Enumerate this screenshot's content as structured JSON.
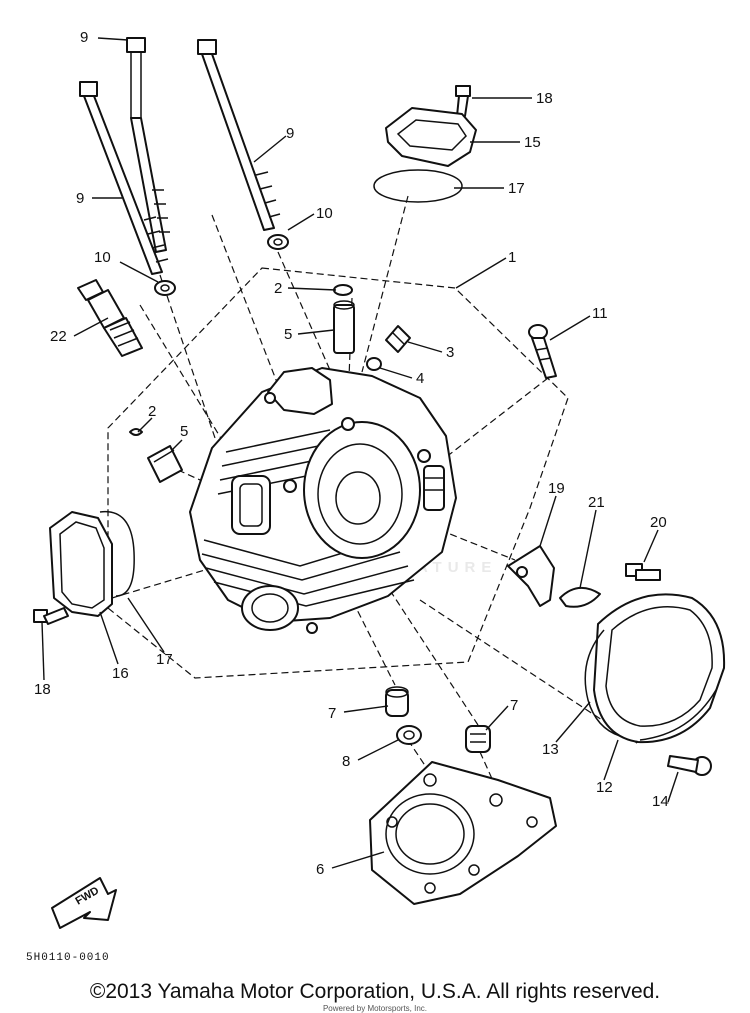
{
  "diagram": {
    "reference_code": "5H0110-0010",
    "fwd_label": "FWD",
    "watermark": "NATURE",
    "callouts": [
      {
        "id": "c9a",
        "label": "9"
      },
      {
        "id": "c9b",
        "label": "9"
      },
      {
        "id": "c9c",
        "label": "9"
      },
      {
        "id": "c10a",
        "label": "10"
      },
      {
        "id": "c10b",
        "label": "10"
      },
      {
        "id": "c18a",
        "label": "18"
      },
      {
        "id": "c15",
        "label": "15"
      },
      {
        "id": "c17a",
        "label": "17"
      },
      {
        "id": "c1",
        "label": "1"
      },
      {
        "id": "c2a",
        "label": "2"
      },
      {
        "id": "c5",
        "label": "5"
      },
      {
        "id": "c3",
        "label": "3"
      },
      {
        "id": "c4",
        "label": "4"
      },
      {
        "id": "c11",
        "label": "11"
      },
      {
        "id": "c22",
        "label": "22"
      },
      {
        "id": "c2b",
        "label": "2"
      },
      {
        "id": "c5b",
        "label": "5"
      },
      {
        "id": "c19",
        "label": "19"
      },
      {
        "id": "c21",
        "label": "21"
      },
      {
        "id": "c20",
        "label": "20"
      },
      {
        "id": "c16",
        "label": "16"
      },
      {
        "id": "c17b",
        "label": "17"
      },
      {
        "id": "c18b",
        "label": "18"
      },
      {
        "id": "c7a",
        "label": "7"
      },
      {
        "id": "c7b",
        "label": "7"
      },
      {
        "id": "c8",
        "label": "8"
      },
      {
        "id": "c13",
        "label": "13"
      },
      {
        "id": "c12",
        "label": "12"
      },
      {
        "id": "c14",
        "label": "14"
      },
      {
        "id": "c6",
        "label": "6"
      }
    ]
  },
  "footer": {
    "copyright": "©2013 Yamaha Motor Corporation, U.S.A. All rights reserved.",
    "overlay": "Powered by Motorsports, Inc."
  }
}
